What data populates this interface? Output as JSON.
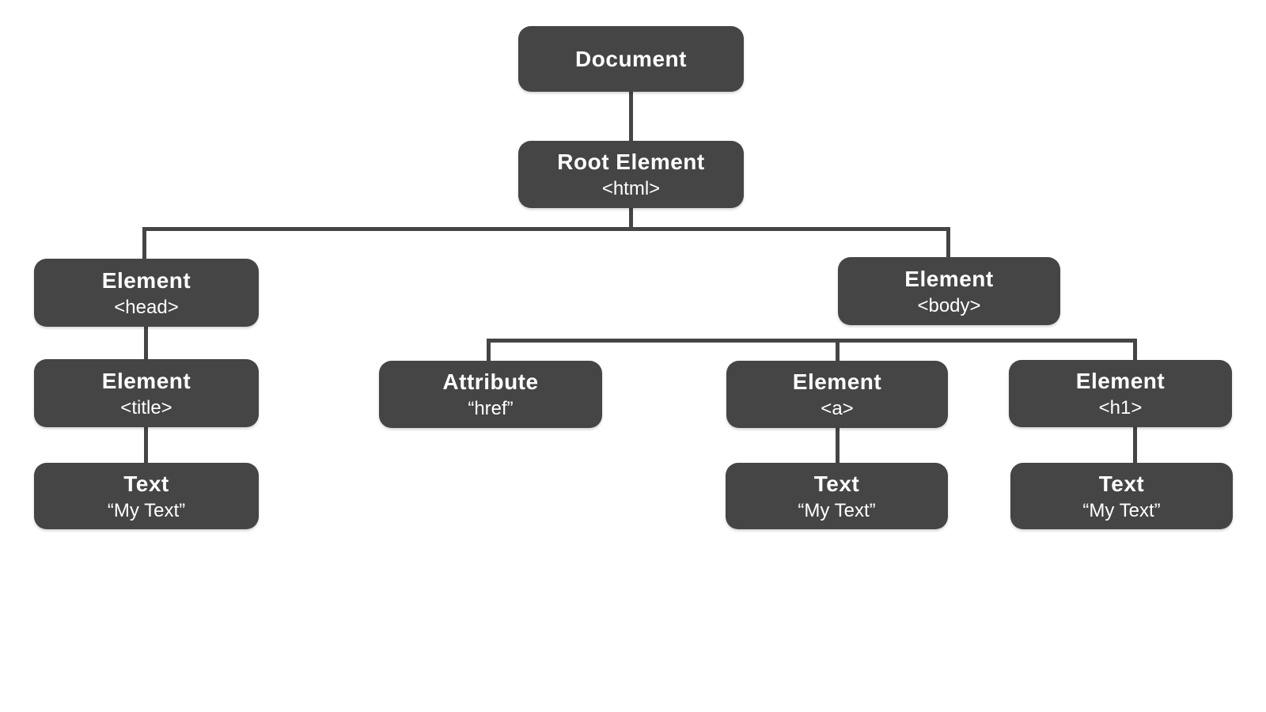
{
  "colors": {
    "background": "#ffffff",
    "node_fill": "#454545",
    "node_text": "#ffffff",
    "connector": "#454545"
  },
  "nodes": {
    "document": {
      "label": "Document",
      "sublabel": ""
    },
    "root": {
      "label": "Root Element",
      "sublabel": "<html>"
    },
    "head": {
      "label": "Element",
      "sublabel": "<head>"
    },
    "body": {
      "label": "Element",
      "sublabel": "<body>"
    },
    "title": {
      "label": "Element",
      "sublabel": "<title>"
    },
    "href": {
      "label": "Attribute",
      "sublabel": "“href”"
    },
    "a": {
      "label": "Element",
      "sublabel": "<a>"
    },
    "h1": {
      "label": "Element",
      "sublabel": "<h1>"
    },
    "text_title": {
      "label": "Text",
      "sublabel": "“My Text”"
    },
    "text_a": {
      "label": "Text",
      "sublabel": "“My Text”"
    },
    "text_h1": {
      "label": "Text",
      "sublabel": "“My Text”"
    }
  },
  "edges": [
    [
      "document",
      "root"
    ],
    [
      "root",
      "head"
    ],
    [
      "root",
      "body"
    ],
    [
      "head",
      "title"
    ],
    [
      "title",
      "text_title"
    ],
    [
      "body",
      "href"
    ],
    [
      "body",
      "a"
    ],
    [
      "body",
      "h1"
    ],
    [
      "a",
      "text_a"
    ],
    [
      "h1",
      "text_h1"
    ]
  ]
}
